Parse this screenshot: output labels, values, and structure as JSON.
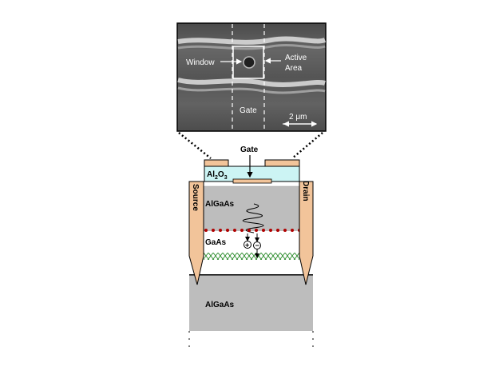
{
  "micrograph": {
    "window_label": "Window",
    "active_area_label": "Active\nArea",
    "gate_label": "Gate",
    "scale_label": "2 μm"
  },
  "device": {
    "gate_label": "Gate",
    "oxide_label": "Al",
    "oxide_sub1": "2",
    "oxide_mid": "O",
    "oxide_sub2": "3",
    "top_barrier_label": "AlGaAs",
    "well_label": "GaAs",
    "bottom_barrier_label": "AlGaAs",
    "source_label": "Source",
    "drain_label": "Drain"
  },
  "colors": {
    "contact": "#f2c49a",
    "oxide": "#ccf4f4",
    "barrier": "#bdbdbd",
    "dots": "#b00000",
    "defects": "#2a8a2a"
  }
}
